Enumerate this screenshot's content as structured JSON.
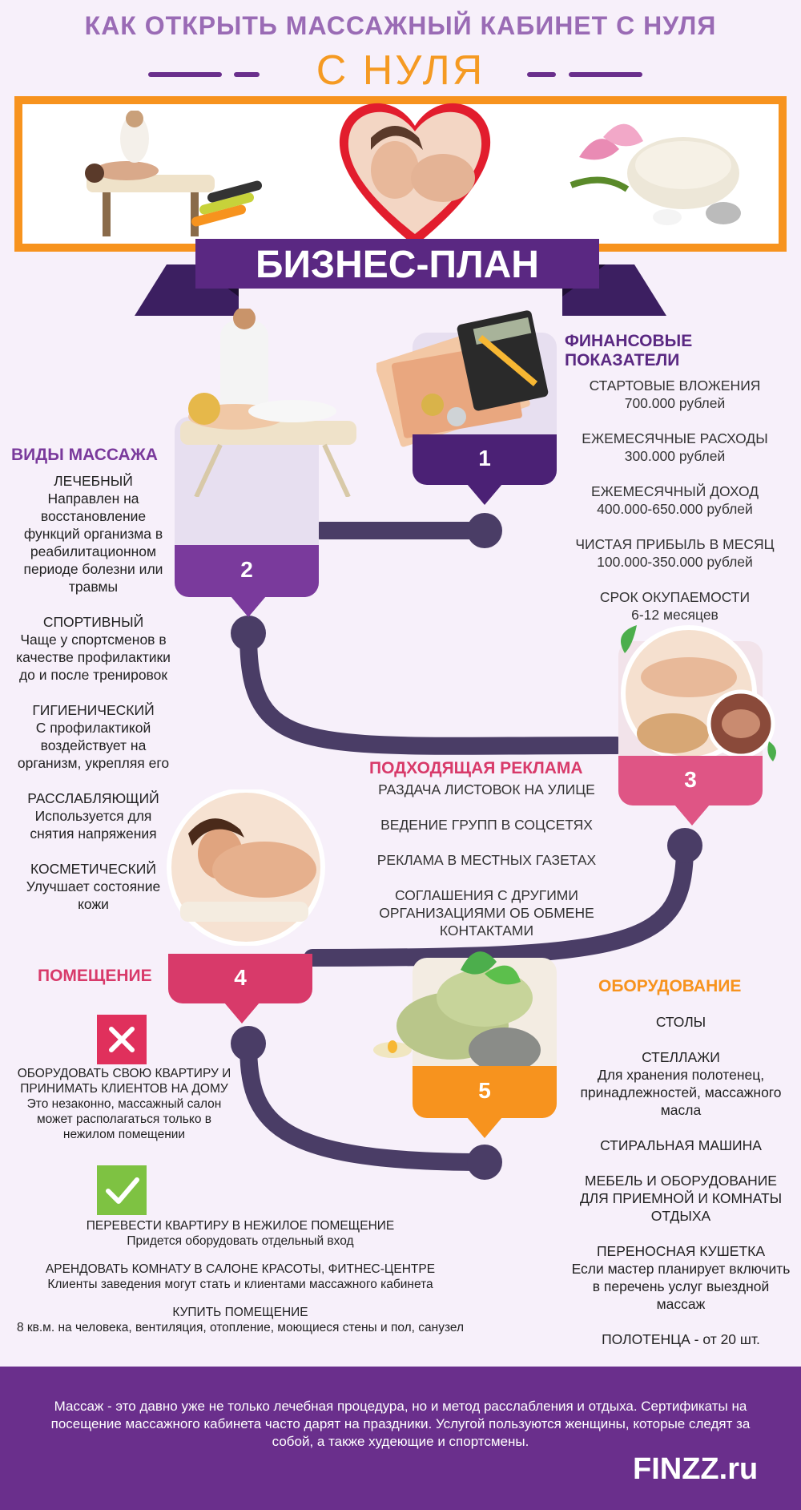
{
  "header": {
    "title": "КАК ОТКРЫТЬ МАССАЖНЫЙ КАБИНЕТ С НУЛЯ",
    "subtitle": "С НУЛЯ"
  },
  "banner": {
    "label": "БИЗНЕС-ПЛАН"
  },
  "finance": {
    "title_line1": "ФИНАНСОВЫЕ",
    "title_line2": "ПОКАЗАТЕЛИ",
    "items": [
      {
        "label": "СТАРТОВЫЕ ВЛОЖЕНИЯ",
        "value": "700.000 рублей"
      },
      {
        "label": "ЕЖЕМЕСЯЧНЫЕ РАСХОДЫ",
        "value": "300.000 рублей"
      },
      {
        "label": "ЕЖЕМЕСЯЧНЫЙ ДОХОД",
        "value": "400.000-650.000 рублей"
      },
      {
        "label": "ЧИСТАЯ ПРИБЫЛЬ В МЕСЯЦ",
        "value": "100.000-350.000 рублей"
      },
      {
        "label": "СРОК ОКУПАЕМОСТИ",
        "value": "6-12 месяцев"
      }
    ]
  },
  "massage_types": {
    "title": "ВИДЫ МАССАЖА",
    "items": [
      {
        "label": "ЛЕЧЕБНЫЙ",
        "text": "Направлен на восстановление функций организма в реабилитационном периоде болезни или травмы"
      },
      {
        "label": "СПОРТИВНЫЙ",
        "text": "Чаще у спортсменов в качестве профилактики до и после тренировок"
      },
      {
        "label": "ГИГИЕНИЧЕСКИЙ",
        "text": "С профилактикой воздействует на организм, укрепляя его"
      },
      {
        "label": "РАССЛАБЛЯЮЩИЙ",
        "text": "Используется для снятия напряжения"
      },
      {
        "label": "КОСМЕТИЧЕСКИЙ",
        "text": "Улучшает состояние кожи"
      }
    ]
  },
  "ads": {
    "title": "ПОДХОДЯЩАЯ РЕКЛАМА",
    "items": [
      "РАЗДАЧА ЛИСТОВОК НА УЛИЦЕ",
      "ВЕДЕНИЕ ГРУПП В СОЦСЕТЯХ",
      "РЕКЛАМА В МЕСТНЫХ ГАЗЕТАХ",
      "СОГЛАШЕНИЯ С ДРУГИМИ ОРГАНИЗАЦИЯМИ ОБ ОБМЕНЕ КОНТАКТАМИ"
    ]
  },
  "premises": {
    "title": "ПОМЕЩЕНИЕ",
    "bad": {
      "label": "ОБОРУДОВАТЬ СВОЮ КВАРТИРУ И ПРИНИМАТЬ КЛИЕНТОВ НА ДОМУ",
      "text": "Это незаконно, массажный салон может располагаться только в нежилом помещении"
    },
    "good": [
      {
        "label": "ПЕРЕВЕСТИ КВАРТИРУ В НЕЖИЛОЕ ПОМЕЩЕНИЕ",
        "text": "Придется оборудовать отдельный вход"
      },
      {
        "label": "АРЕНДОВАТЬ КОМНАТУ В САЛОНЕ КРАСОТЫ, ФИТНЕС-ЦЕНТРЕ",
        "text": "Клиенты заведения могут стать и клиентами массажного кабинета"
      },
      {
        "label": "КУПИТЬ ПОМЕЩЕНИЕ",
        "text": "8 кв.м. на человека, вентиляция, отопление, моющиеся стены и пол, санузел"
      }
    ]
  },
  "equipment": {
    "title": "ОБОРУДОВАНИЕ",
    "items": [
      {
        "label": "СТОЛЫ",
        "text": ""
      },
      {
        "label": "СТЕЛЛАЖИ",
        "text": "Для хранения полотенец, принадлежностей, массажного масла"
      },
      {
        "label": "СТИРАЛЬНАЯ МАШИНА",
        "text": ""
      },
      {
        "label": "МЕБЕЛЬ И ОБОРУДОВАНИЕ ДЛЯ ПРИЕМНОЙ И КОМНАТЫ ОТДЫХА",
        "text": ""
      },
      {
        "label": "ПЕРЕНОСНАЯ КУШЕТКА",
        "text": "Если мастер планирует включить в перечень услуг выездной массаж"
      },
      {
        "label": "ПОЛОТЕНЦА - от 20 шт.",
        "text": ""
      }
    ]
  },
  "steps": [
    "1",
    "2",
    "3",
    "4",
    "5"
  ],
  "footer": {
    "text": "Массаж - это давно уже не только лечебная процедура, но и метод расслабления и отдыха. Сертификаты на посещение массажного кабинета часто дарят на праздники. Услугой пользуются женщины, которые следят за собой, а также худеющие и спортсмены.",
    "brand": "FINZZ.ru"
  },
  "colors": {
    "purple": "#5a2882",
    "violet": "#7a3a9c",
    "pink": "#d83a6a",
    "orange": "#f7931e",
    "road": "#4a3d66"
  }
}
